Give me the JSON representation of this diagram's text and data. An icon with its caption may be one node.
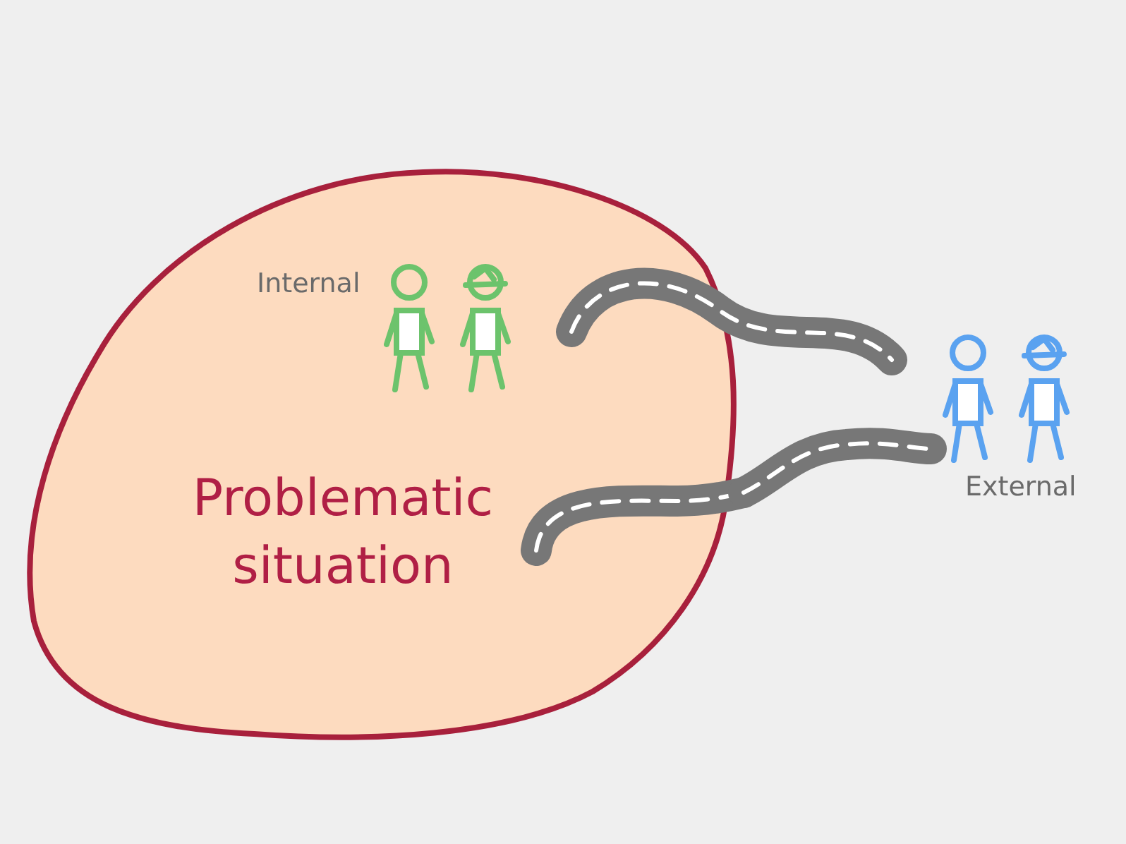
{
  "diagram": {
    "nodes": [
      {
        "text": [
          "Problematic situation"
        ]
      },
      {
        "text": [
          "Internal"
        ],
        "in": 0
      },
      {
        "text": [
          "External"
        ]
      }
    ],
    "edges": [
      {
        "from": 1,
        "to": 2,
        "arrow": "none"
      },
      {
        "from": 0,
        "to": 2,
        "arrow": "none"
      }
    ]
  }
}
